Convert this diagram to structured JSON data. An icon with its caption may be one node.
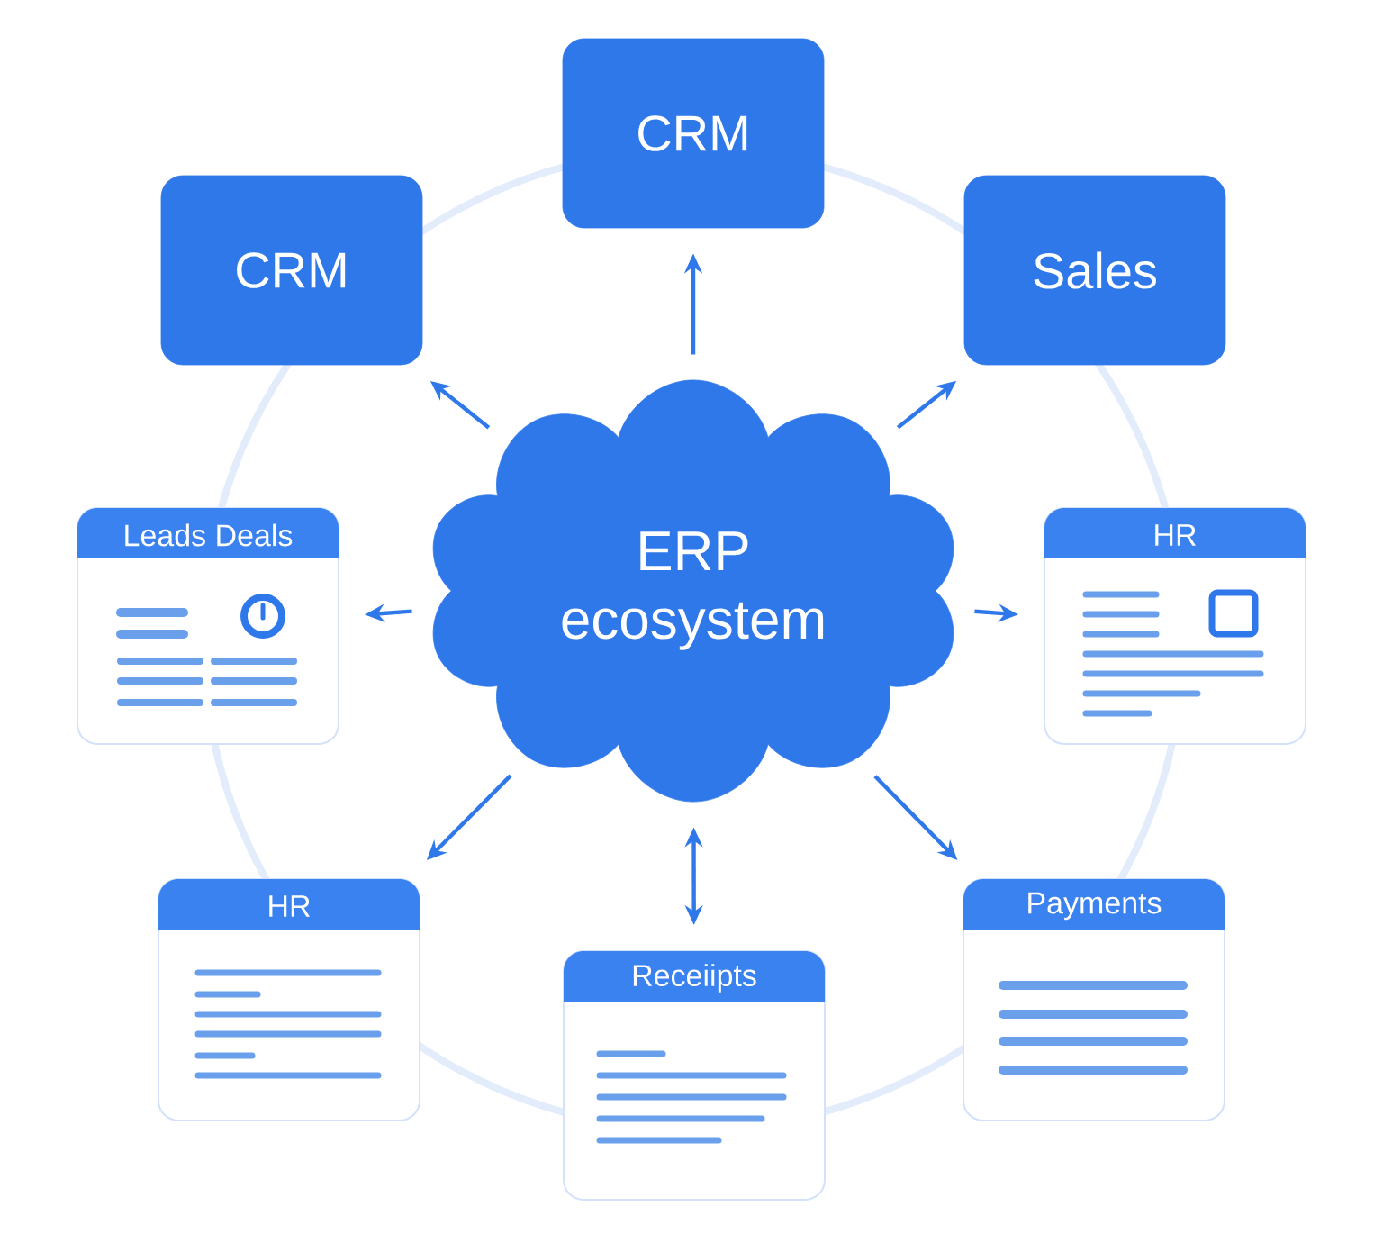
{
  "diagram": {
    "nodes": [
      {
        "text": [
          "ERP ecosystem"
        ]
      },
      {
        "text": [
          "CRM"
        ]
      },
      {
        "text": [
          "CRM"
        ]
      },
      {
        "text": [
          "Sales"
        ]
      },
      {
        "text": [
          "Leads Deals"
        ]
      },
      {
        "text": [
          "HR"
        ]
      },
      {
        "text": [
          "HR"
        ]
      },
      {
        "text": [
          "Receiipts"
        ]
      },
      {
        "text": [
          "Payments"
        ]
      }
    ],
    "edges": [
      {
        "from": 0,
        "to": 1,
        "arrow": "to"
      },
      {
        "from": 0,
        "to": 2,
        "arrow": "to"
      },
      {
        "from": 0,
        "to": 3,
        "arrow": "to"
      },
      {
        "from": 0,
        "to": 4,
        "arrow": "to"
      },
      {
        "from": 0,
        "to": 5,
        "arrow": "to"
      },
      {
        "from": 0,
        "to": 6,
        "arrow": "to"
      },
      {
        "from": 0,
        "to": 7,
        "arrow": "both"
      },
      {
        "from": 0,
        "to": 8,
        "arrow": "to"
      }
    ]
  }
}
